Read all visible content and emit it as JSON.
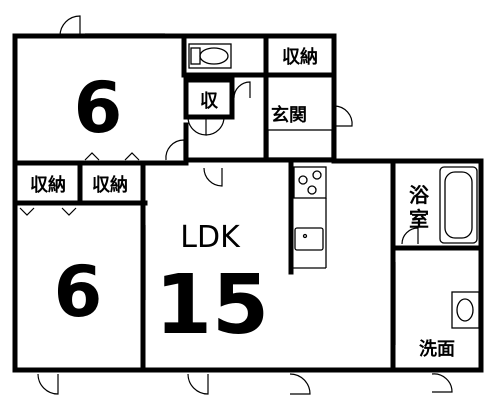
{
  "rooms": {
    "bedroom_top": {
      "mats": "6"
    },
    "bedroom_bottom": {
      "mats": "6"
    },
    "ldk": {
      "name": "LDK",
      "mats": "15"
    },
    "closet_top": {
      "label": "収納"
    },
    "closet_left": {
      "label": "収納"
    },
    "closet_right": {
      "label": "収納"
    },
    "storage_small": {
      "label": "収"
    },
    "entrance": {
      "label": "玄関"
    },
    "bath": {
      "label_1": "浴",
      "label_2": "室"
    },
    "washroom": {
      "label": "洗面"
    }
  },
  "colors": {
    "wall": "#000000",
    "background": "#ffffff",
    "fixture": "#555555"
  }
}
